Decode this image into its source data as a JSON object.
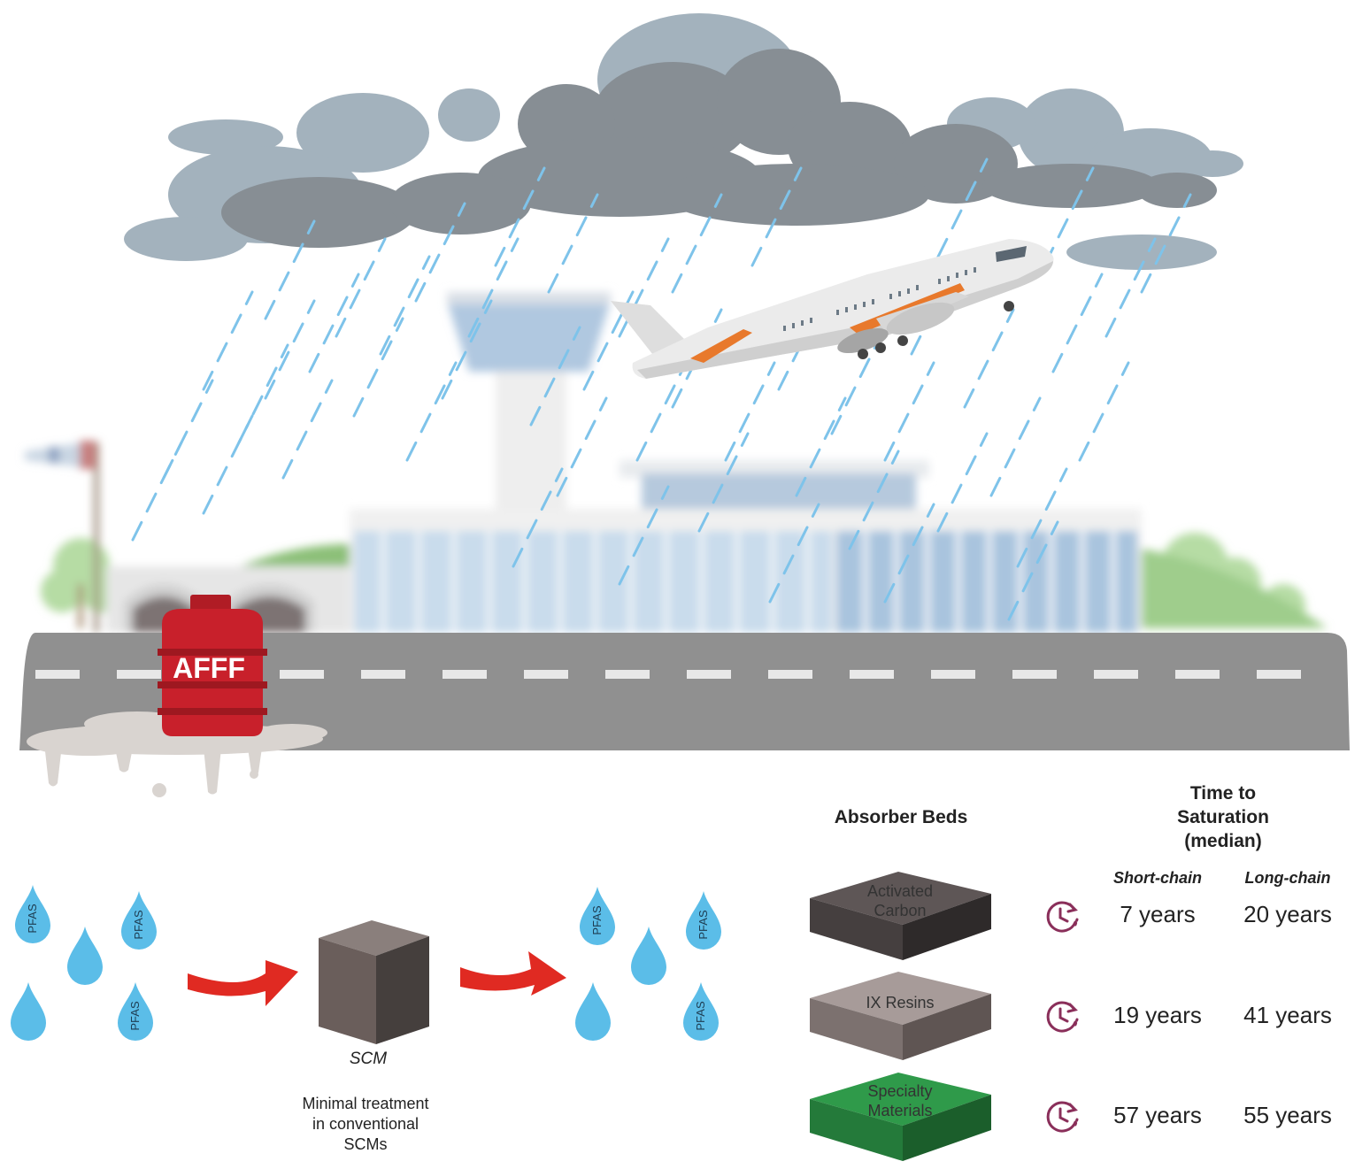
{
  "afff_label": "AFFF",
  "pfas_label": "PFAS",
  "scm": {
    "label": "SCM",
    "note_lines": [
      "Minimal treatment",
      "in conventional",
      "SCMs"
    ]
  },
  "beds": {
    "title": "Absorber Beds",
    "time_title_lines": [
      "Time to",
      "Saturation",
      "(median)"
    ],
    "short_chain_label": "Short-chain",
    "long_chain_label": "Long-chain",
    "items": [
      {
        "label_lines": [
          "Activated",
          "Carbon"
        ],
        "short_chain": "7 years",
        "long_chain": "20 years",
        "top_color": "#5e5656",
        "side_color": "#2e2a2a",
        "front_color": "#453f3f"
      },
      {
        "label_lines": [
          "IX Resins"
        ],
        "short_chain": "19 years",
        "long_chain": "41 years",
        "top_color": "#a79b99",
        "side_color": "#5f5553",
        "front_color": "#7c716f"
      },
      {
        "label_lines": [
          "Specialty",
          "Materials"
        ],
        "short_chain": "57 years",
        "long_chain": "55 years",
        "top_color": "#2f9a4a",
        "side_color": "#1b5e2b",
        "front_color": "#247a3a"
      }
    ]
  },
  "colors": {
    "rain": "#7ec3ea",
    "drop": "#5bbde8",
    "arrow": "#e02a22",
    "afff_red": "#c8202b",
    "runway": "#909090",
    "clock": "#8a2f5a",
    "plane_accent": "#e8792c"
  },
  "icons": {
    "clock": "clock-icon",
    "cloud": "storm-cloud-icon",
    "plane": "airplane-icon"
  }
}
